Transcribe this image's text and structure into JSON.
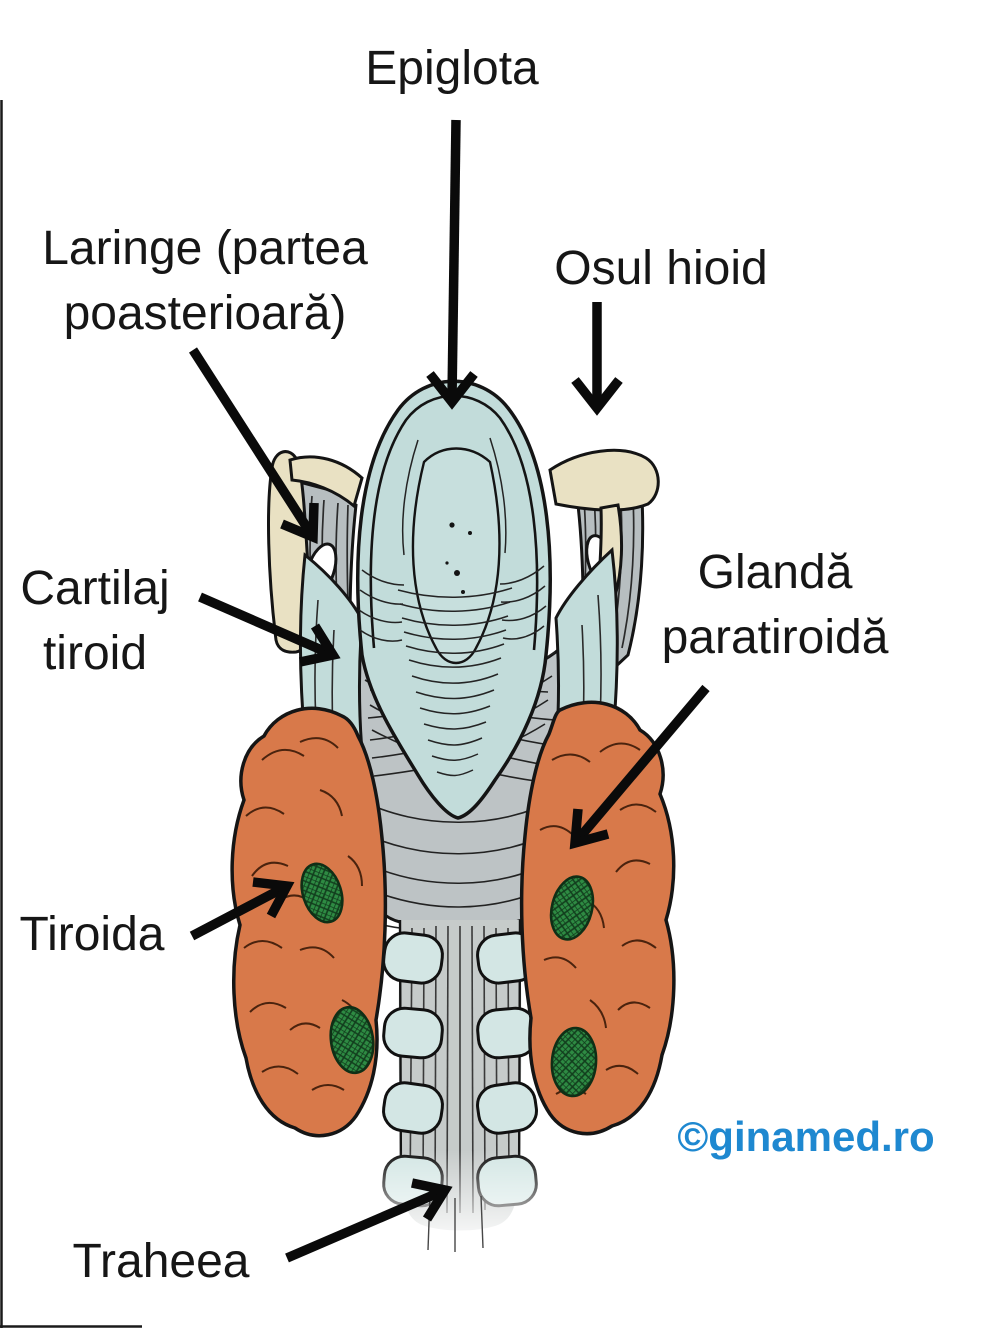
{
  "diagram": {
    "subject": "Larynx and thyroid gland, posterior view",
    "labels": {
      "epiglota": {
        "text": "Epiglota"
      },
      "laringe": {
        "line1": "Laringe (partea",
        "line2": "poasterioară)"
      },
      "osul_hioid": {
        "text": "Osul hioid"
      },
      "cartilaj_tiroid": {
        "line1": "Cartilaj",
        "line2": "tiroid"
      },
      "glanda_paratiroida": {
        "line1": "Glandă",
        "line2": "paratiroidă"
      },
      "tiroida": {
        "text": "Tiroida"
      },
      "traheea": {
        "text": "Traheea"
      }
    },
    "watermark": {
      "text": "©ginamed.ro",
      "color": "#1e88d0"
    },
    "colors": {
      "thyroid_gland_orange": "#d8794a",
      "parathyroid_green": "#2e8b43",
      "cartilage_blue": "#c2dcda",
      "tracheal_ring_blue": "#d3e6e4",
      "hyoid_bone_beige": "#e9e1c3",
      "muscle_gray": "#b9c0c2",
      "trachea_gray": "#c6cbca",
      "outline_black": "#161616",
      "label_text": "#161616"
    }
  }
}
